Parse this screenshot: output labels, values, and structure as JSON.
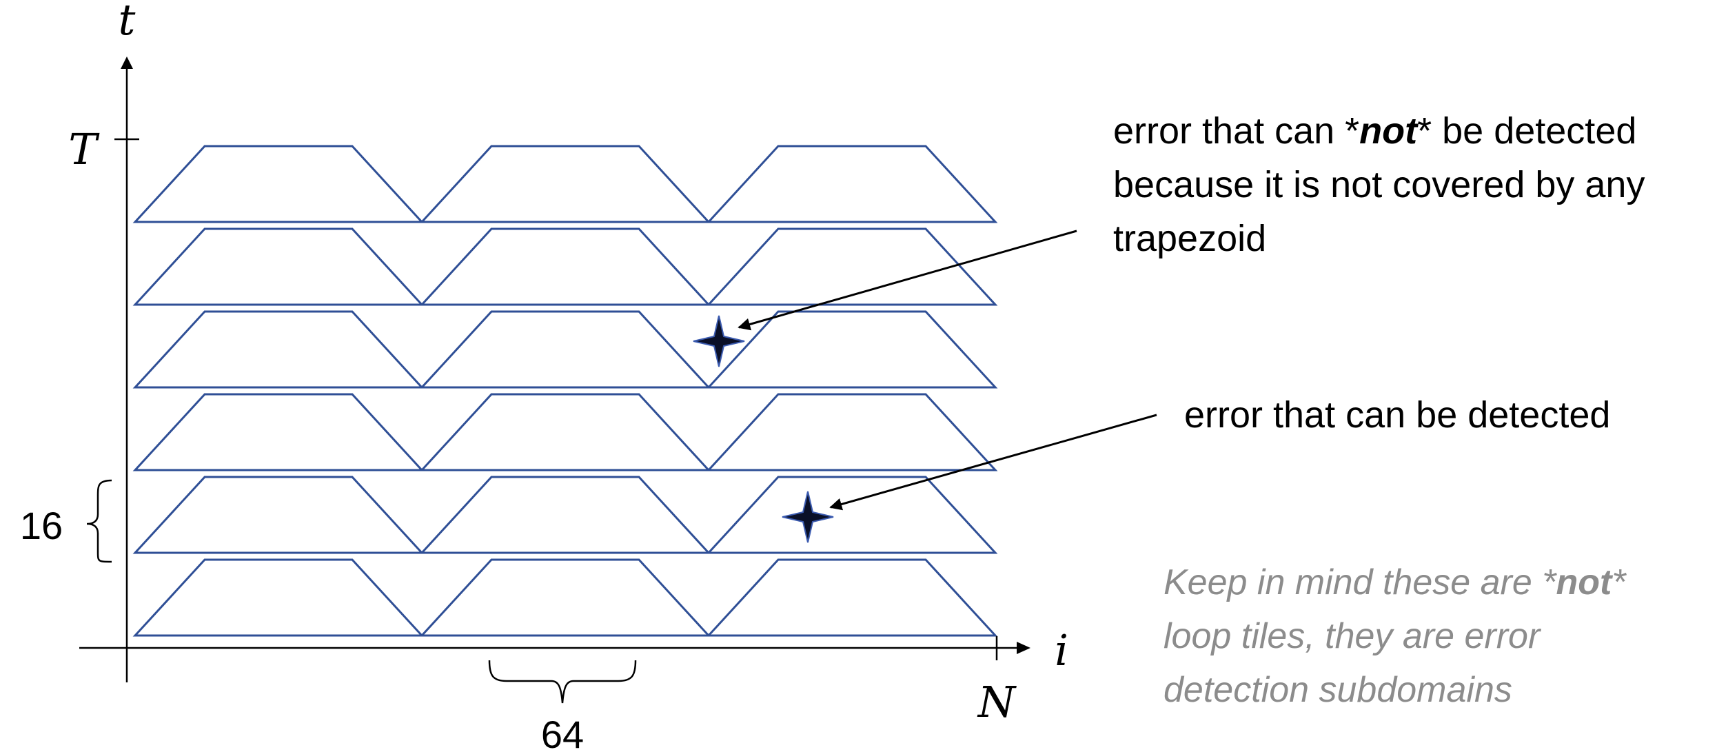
{
  "axes": {
    "y_label": "t",
    "x_label": "i",
    "y_tick_label": "T",
    "x_tick_label": "N"
  },
  "dimensions": {
    "row_height_label": "16",
    "tile_width_label": "64"
  },
  "grid": {
    "rows": 6,
    "trapezoids_per_row": 3
  },
  "annotations": {
    "undetected": {
      "prefix": "error that can *",
      "emphasis": "not",
      "suffix": "* be detected",
      "line2": "because it is not covered by any",
      "line3": "trapezoid"
    },
    "detected": {
      "text": "error that can be detected"
    }
  },
  "note": {
    "prefix": "Keep in mind these are *",
    "emphasis": "not",
    "suffix": "*",
    "line2": "loop tiles, they are error",
    "line3": "detection subdomains"
  },
  "colors": {
    "trapezoid_stroke": "#2f4f96",
    "note_text": "#8c8c8c",
    "star_fill": "#0a1028",
    "star_outline": "#3b5bb0"
  }
}
